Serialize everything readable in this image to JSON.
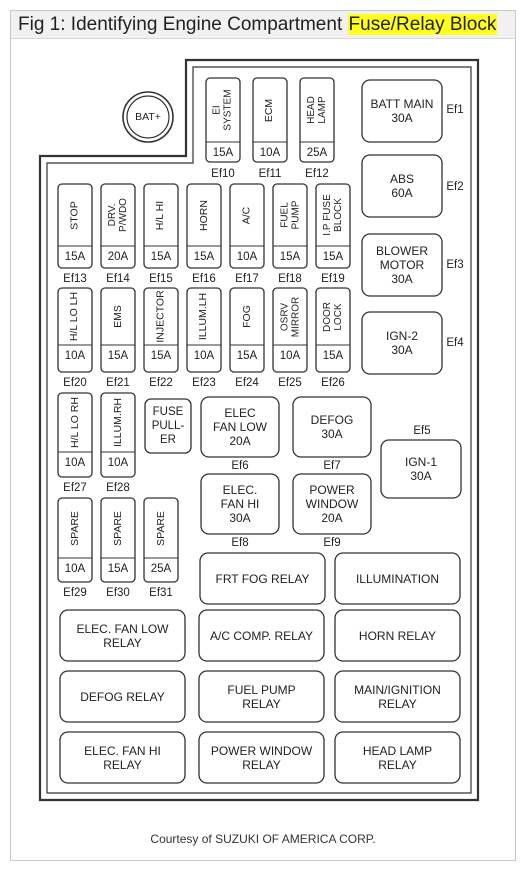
{
  "figure": {
    "title_prefix": "Fig 1: Identifying Engine Compartment ",
    "title_highlight": "Fuse/Relay Block",
    "courtesy": "Courtesy of SUZUKI OF AMERICA CORP."
  },
  "bat_label": "BAT+",
  "top_fuses": [
    {
      "name": "EI\nSYSTEM",
      "amp": "15A",
      "code": "Ef10"
    },
    {
      "name": "ECM",
      "amp": "10A",
      "code": "Ef11"
    },
    {
      "name": "HEAD\nLAMP",
      "amp": "25A",
      "code": "Ef12"
    }
  ],
  "row1_fuses": [
    {
      "name": "STOP",
      "amp": "15A",
      "code": "Ef13"
    },
    {
      "name": "DRV.\nP/WDO",
      "amp": "20A",
      "code": "Ef14"
    },
    {
      "name": "H/L HI",
      "amp": "15A",
      "code": "Ef15"
    },
    {
      "name": "HORN",
      "amp": "15A",
      "code": "Ef16"
    },
    {
      "name": "A/C",
      "amp": "10A",
      "code": "Ef17"
    },
    {
      "name": "FUEL\nPUMP",
      "amp": "15A",
      "code": "Ef18"
    },
    {
      "name": "I.P FUSE\nBLOCK",
      "amp": "15A",
      "code": "Ef19"
    }
  ],
  "row2_fuses": [
    {
      "name": "H/L LO LH",
      "amp": "10A",
      "code": "Ef20"
    },
    {
      "name": "EMS",
      "amp": "15A",
      "code": "Ef21"
    },
    {
      "name": "INJECTOR",
      "amp": "15A",
      "code": "Ef22"
    },
    {
      "name": "ILLUM.LH",
      "amp": "10A",
      "code": "Ef23"
    },
    {
      "name": "FOG",
      "amp": "15A",
      "code": "Ef24"
    },
    {
      "name": "OSRV\nMIRROR",
      "amp": "10A",
      "code": "Ef25"
    },
    {
      "name": "DOOR\nLOCK",
      "amp": "15A",
      "code": "Ef26"
    }
  ],
  "row3_fuses": [
    {
      "name": "H/L LO RH",
      "amp": "10A",
      "code": "Ef27"
    },
    {
      "name": "ILLUM.RH",
      "amp": "10A",
      "code": "Ef28"
    }
  ],
  "spare_fuses": [
    {
      "name": "SPARE",
      "amp": "10A",
      "code": "Ef29"
    },
    {
      "name": "SPARE",
      "amp": "15A",
      "code": "Ef30"
    },
    {
      "name": "SPARE",
      "amp": "25A",
      "code": "Ef31"
    }
  ],
  "fuse_puller": "FUSE\nPULL-\nER",
  "right_fuses": [
    {
      "name": "BATT MAIN\n30A",
      "code": "Ef1"
    },
    {
      "name": "ABS\n60A",
      "code": "Ef2"
    },
    {
      "name": "BLOWER\nMOTOR\n30A",
      "code": "Ef3"
    },
    {
      "name": "IGN-2\n30A",
      "code": "Ef4"
    },
    {
      "name": "IGN-1\n30A",
      "code": "Ef5"
    }
  ],
  "mid_fuses": [
    {
      "name": "ELEC\nFAN LOW\n20A",
      "code": "Ef6"
    },
    {
      "name": "DEFOG\n30A",
      "code": "Ef7"
    },
    {
      "name": "ELEC.\nFAN HI\n30A",
      "code": "Ef8"
    },
    {
      "name": "POWER\nWINDOW\n20A",
      "code": "Ef9"
    }
  ],
  "relays": [
    {
      "name": "FRT FOG RELAY"
    },
    {
      "name": "ILLUMINATION"
    },
    {
      "name": "ELEC. FAN LOW\nRELAY"
    },
    {
      "name": "A/C COMP. RELAY"
    },
    {
      "name": "HORN RELAY"
    },
    {
      "name": "DEFOG RELAY"
    },
    {
      "name": "FUEL PUMP\nRELAY"
    },
    {
      "name": "MAIN/IGNITION\nRELAY"
    },
    {
      "name": "ELEC. FAN HI\nRELAY"
    },
    {
      "name": "POWER WINDOW\nRELAY"
    },
    {
      "name": "HEAD LAMP\nRELAY"
    }
  ]
}
